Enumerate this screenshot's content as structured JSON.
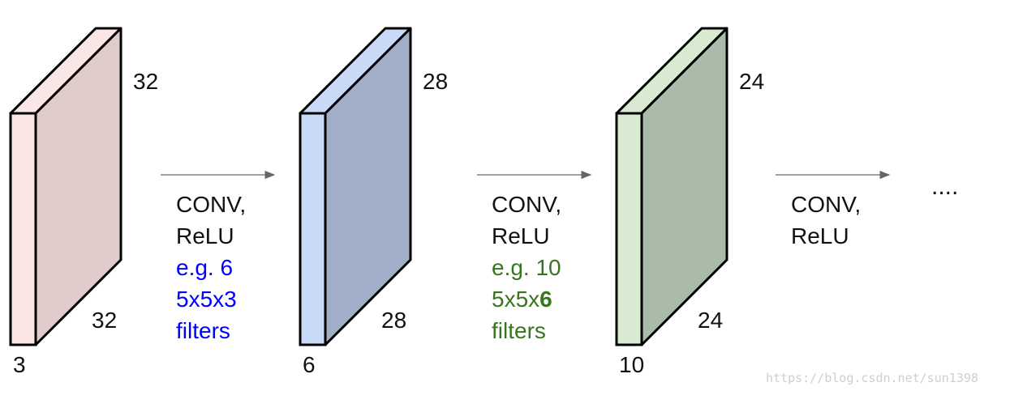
{
  "volumes": [
    {
      "width_label": "32",
      "height_label": "32",
      "depth_label": "3",
      "front_color": "#fbe6e6",
      "side_color": "#dfcccb"
    },
    {
      "width_label": "28",
      "height_label": "28",
      "depth_label": "6",
      "front_color": "#c9daf8",
      "side_color": "#a0aec7"
    },
    {
      "width_label": "24",
      "height_label": "24",
      "depth_label": "10",
      "front_color": "#d9ead3",
      "side_color": "#aabca9"
    }
  ],
  "layers": [
    {
      "line1": "CONV,",
      "line2": "ReLU",
      "note1": "e.g. 6",
      "note2a": "5x5x3",
      "note2b": "",
      "note3": "filters",
      "note_color": "#0000ff"
    },
    {
      "line1": "CONV,",
      "line2": "ReLU",
      "note1": "e.g. 10",
      "note2a": "5x5x",
      "note2b": "6",
      "note3": "filters",
      "note_color": "#38761d"
    },
    {
      "line1": "CONV,",
      "line2": "ReLU"
    }
  ],
  "ellipsis": "....",
  "watermark": "https://blog.csdn.net/sun1398"
}
